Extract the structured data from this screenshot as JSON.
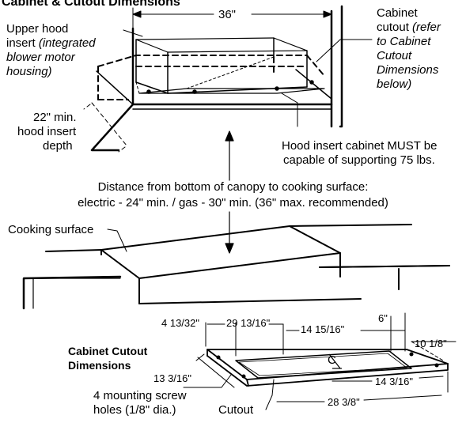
{
  "title": "Cabinet & Cutout Dimensions",
  "dims": {
    "hood_width": "36\"",
    "insert_depth_value": "22\" min.",
    "dim_4_13_32": "4 13/32\"",
    "dim_29_13_16": "29 13/16\"",
    "dim_14_15_16": "14 15/16\"",
    "dim_6": "6\"",
    "dim_10_1_8": "10 1/8\"",
    "dim_13_3_16": "13 3/16\"",
    "dim_14_3_16": "14 3/16\"",
    "dim_28_3_8": "28 3/8\"",
    "centerline": "CL"
  },
  "labels": {
    "upper_hood_line1": "Upper hood",
    "upper_hood_line2": "insert",
    "upper_hood_note1": "(integrated",
    "upper_hood_note2": "blower motor",
    "upper_hood_note3": "housing)",
    "cabinet_cutout_line1": "Cabinet",
    "cabinet_cutout_line2": "cutout",
    "cabinet_cutout_note1": "(refer",
    "cabinet_cutout_note2": "to Cabinet",
    "cabinet_cutout_note3": "Cutout",
    "cabinet_cutout_note4": "Dimensions",
    "cabinet_cutout_note5": "below)",
    "insert_depth_line2": "hood insert",
    "insert_depth_line3": "depth",
    "support_line1": "Hood insert cabinet MUST be",
    "support_line2": "capable of supporting 75 lbs.",
    "distance_line1": "Distance from bottom of canopy to cooking surface:",
    "distance_line2": "electric - 24\" min. / gas - 30\" min. (36\" max. recommended)",
    "cooking_surface": "Cooking surface",
    "cutout_dims_line1": "Cabinet Cutout",
    "cutout_dims_line2": "Dimensions",
    "screw_holes_line1": "4 mounting screw",
    "screw_holes_line2": "holes (1/8\" dia.)",
    "cutout": "Cutout"
  }
}
